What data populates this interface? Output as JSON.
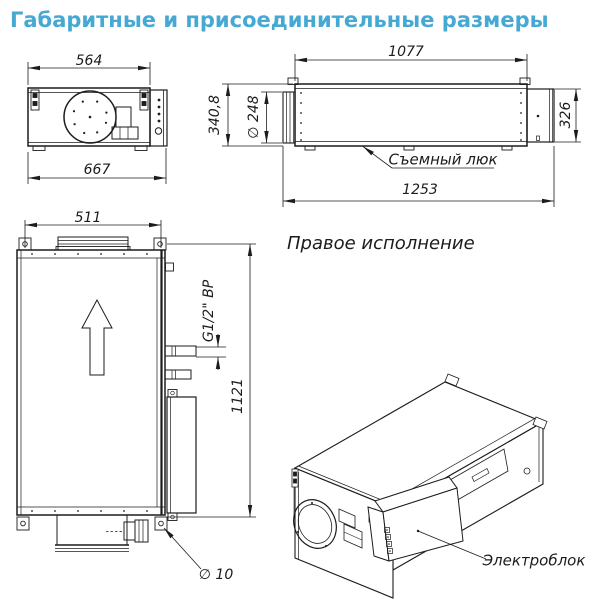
{
  "title": "Габаритные и присоединительные размеры",
  "colors": {
    "ink": "#1c1c1c",
    "accent": "#45a9d3"
  },
  "icons": {
    "airflow_arrow": "up-arrow-outline",
    "duct": "circle-flange"
  },
  "views": {
    "front": {
      "dim_top": "564",
      "dim_bottom": "667"
    },
    "side": {
      "dim_top": "1077",
      "dim_bottom": "1253",
      "dim_height_left": "340,8",
      "dim_duct": "∅ 248",
      "dim_height_right": "326",
      "hatch_label": "Съемный люк"
    },
    "top": {
      "dim_width": "511",
      "dim_length": "1121",
      "thread_label": "G1/2\" ВР",
      "hole_label": "∅ 10"
    },
    "iso": {
      "caption": "Правое исполнение",
      "electro_label": "Электроблок"
    }
  }
}
